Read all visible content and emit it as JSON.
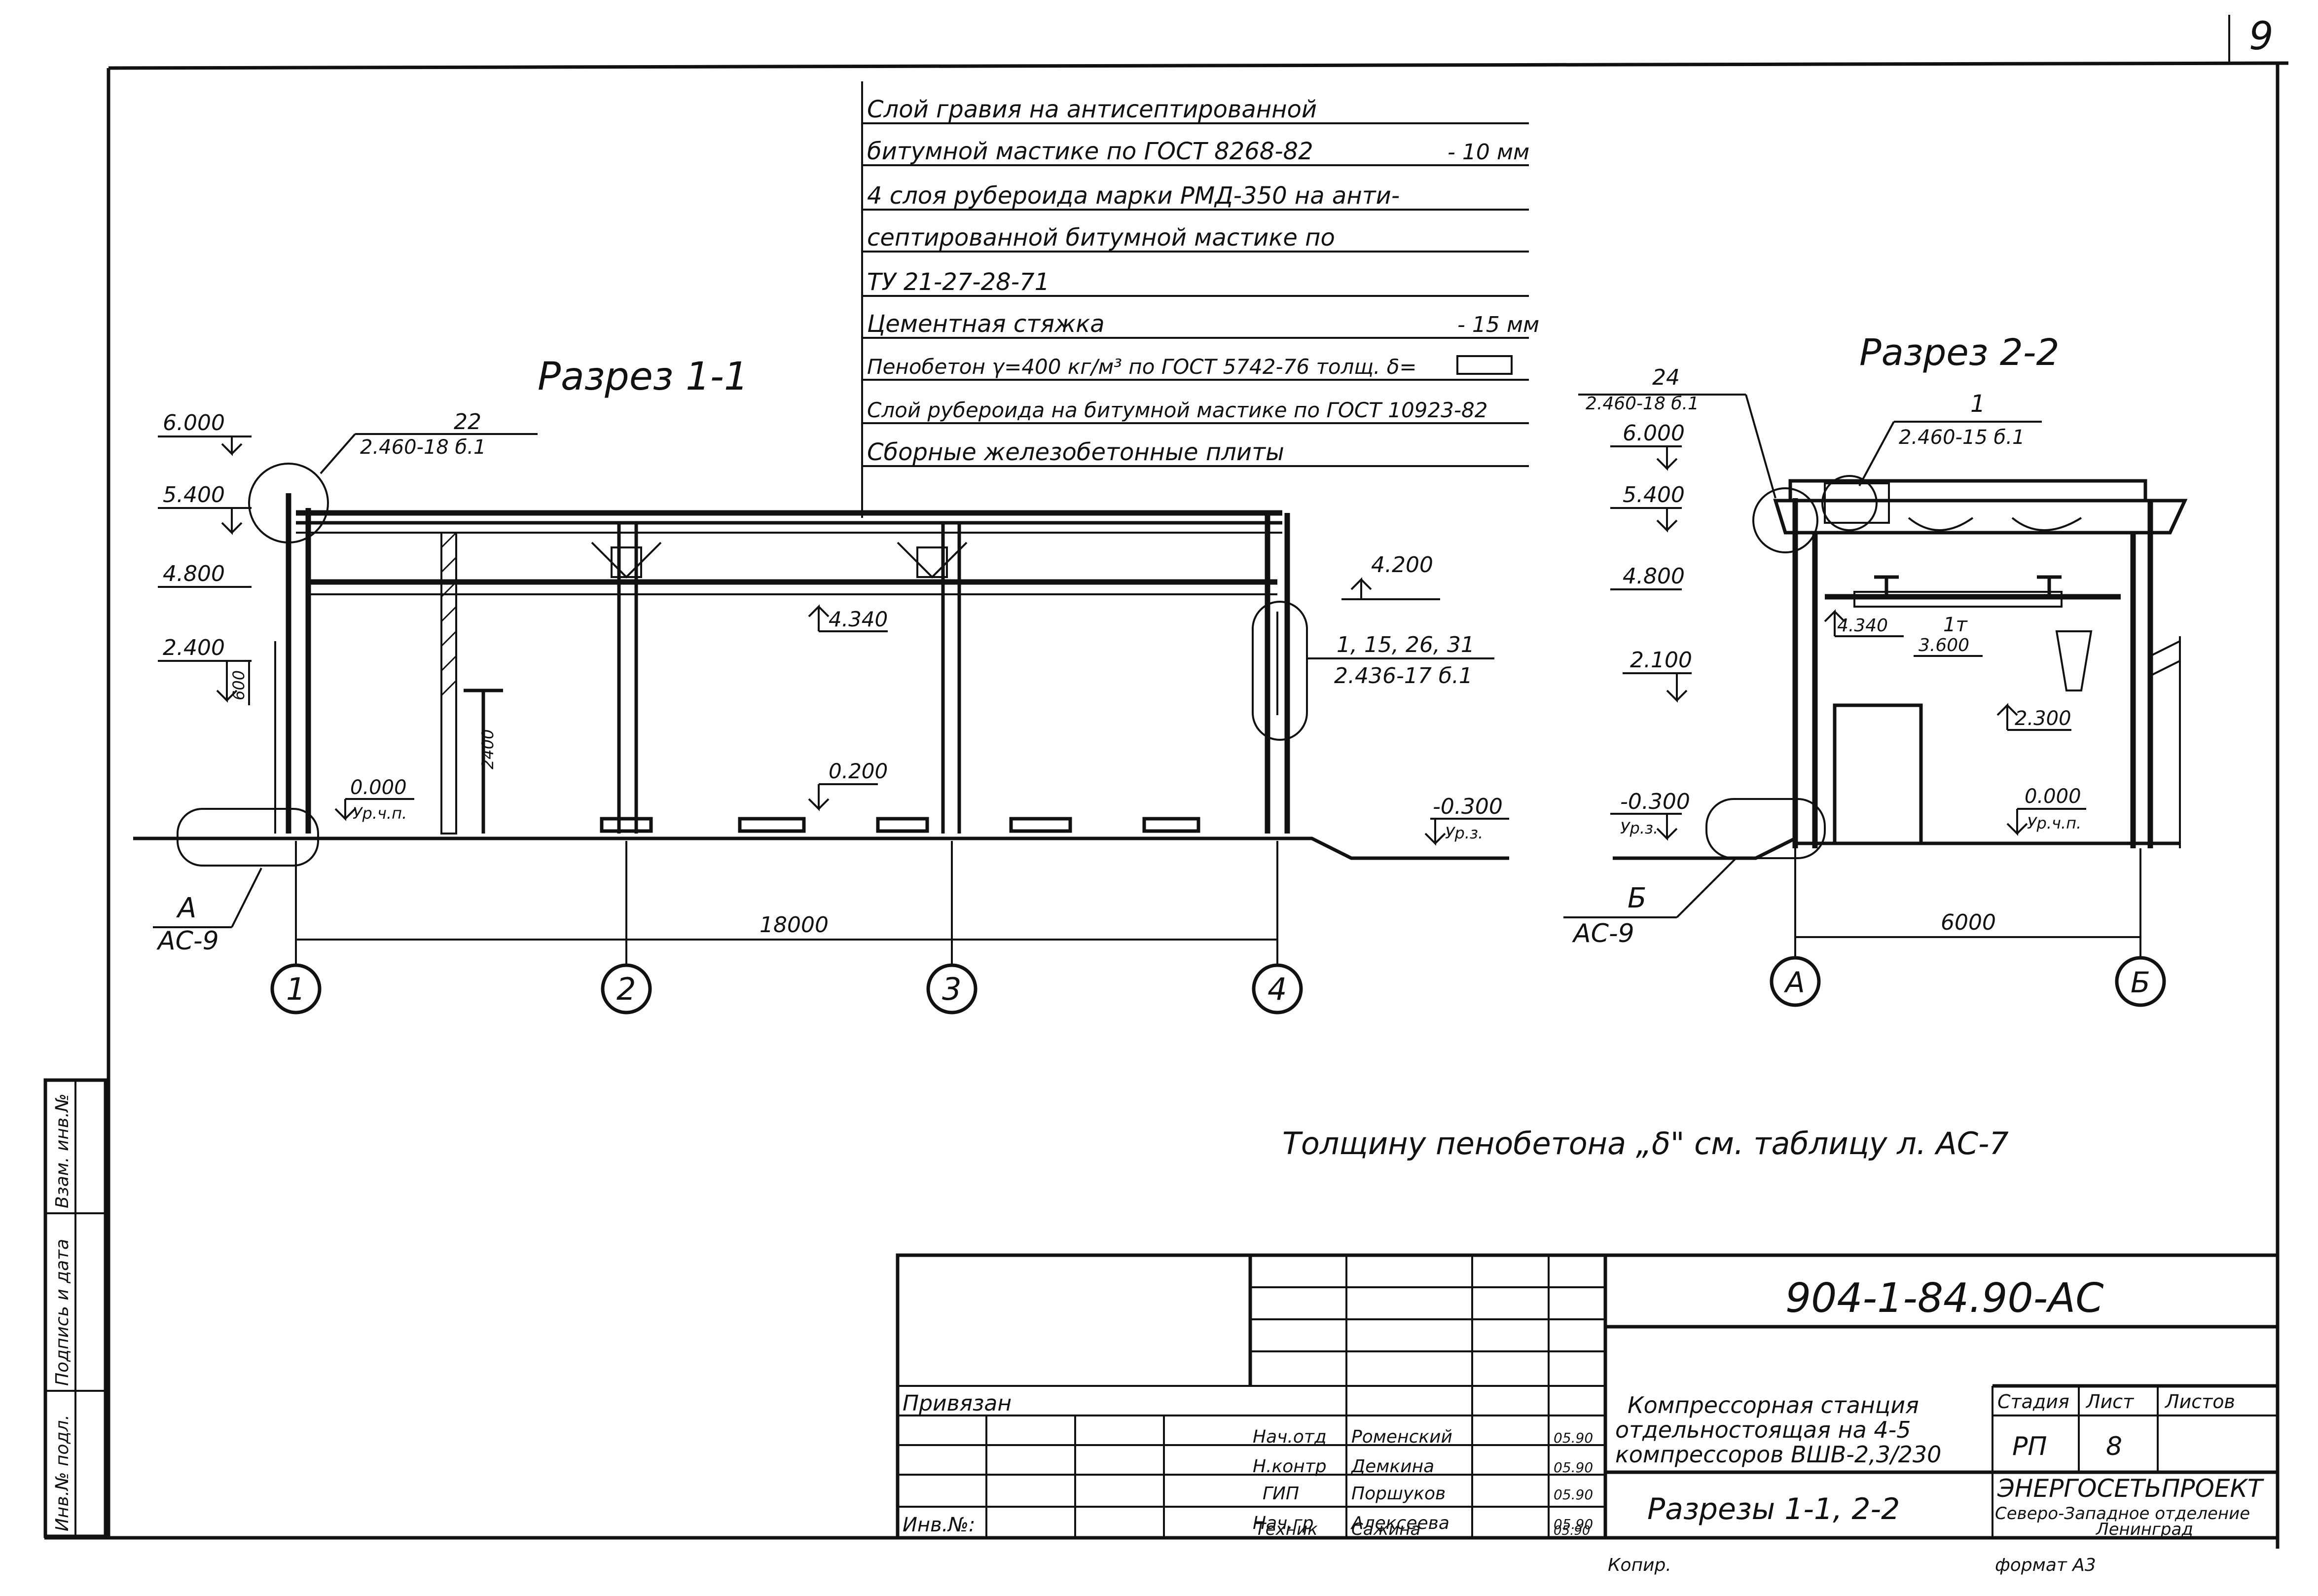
{
  "sheet_number": "9",
  "notes": [
    "Слой гравия на антисептированной",
    "битумной мастике по ГОСТ 8268-82",
    "4 слоя рубероида марки РМД-350 на анти-",
    "септированной битумной мастике по",
    "ТУ 21-27-28-71",
    "Цементная стяжка",
    "Пенобетон γ=400 кг/м³ по ГОСТ 5742-76 толщ. δ=",
    "Слой рубероида на битумной мастике по ГОСТ 10923-82",
    "Сборные железобетонные плиты"
  ],
  "note_values": [
    "- 10 мм",
    "- 15 мм"
  ],
  "section1": {
    "title": "Разрез 1-1",
    "left_levels": [
      "6.000",
      "5.400",
      "4.800",
      "2.400"
    ],
    "inner_levels": [
      "4.340",
      "0.200",
      "0.000",
      "Ур.ч.п."
    ],
    "right_levels": [
      "4.200",
      "-0.300",
      "Ур.з."
    ],
    "callout_top": [
      "22",
      "2.460-18 б.1"
    ],
    "callout_right": [
      "1, 15, 26, 31",
      "2.436-17 б.1"
    ],
    "callout_bottom": [
      "А",
      "АС-9"
    ],
    "dim_vertical": [
      "600",
      "2400"
    ],
    "dim_total": "18000",
    "axes": [
      "1",
      "2",
      "3",
      "4"
    ]
  },
  "section2": {
    "title": "Разрез 2-2",
    "levels": [
      "6.000",
      "5.400",
      "4.800",
      "2.100",
      "-0.300",
      "Ур.з."
    ],
    "inner_levels": [
      "4.340",
      "3.600",
      "2.300",
      "0.000",
      "Ур.ч.п."
    ],
    "load": "1т",
    "callout_a": [
      "24",
      "2.460-18 б.1"
    ],
    "callout_b": [
      "1",
      "2.460-15 б.1"
    ],
    "callout_bottom": [
      "Б",
      "АС-9"
    ],
    "dim_total": "6000",
    "axes": [
      "А",
      "Б"
    ]
  },
  "footnote": "Толщину пенобетона „δ\" см. таблицу л. АС-7",
  "side_stamp": [
    "Инв.№ подл.",
    "Подпись и дата",
    "Взам. инв.№"
  ],
  "title_block": {
    "code": "904-1-84.90-АС",
    "bound_label": "Привязан",
    "inv_label": "Инв.№:",
    "roles": [
      "Нач.отд",
      "Н.контр",
      "ГИП",
      "Нач.гр",
      "Техник"
    ],
    "names": [
      "Роменский",
      "Демкина",
      "Поршуков",
      "Алексеева",
      "Сажина"
    ],
    "dates": [
      "05.90",
      "05.90",
      "05.90",
      "05.90",
      "05.90"
    ],
    "project_title": [
      "Компрессорная станция",
      "отдельностоящая на 4-5",
      "компрессоров ВШВ-2,3/230"
    ],
    "sheet_title": "Разрезы 1-1, 2-2",
    "stage_header": "Стадия",
    "sheet_header": "Лист",
    "sheets_header": "Листов",
    "stage": "РП",
    "sheet": "8",
    "org": [
      "ЭНЕРГОСЕТЬПРОЕКТ",
      "Северо-Западное отделение",
      "Ленинград"
    ],
    "copied": "Копир.",
    "format": "формат А3"
  }
}
